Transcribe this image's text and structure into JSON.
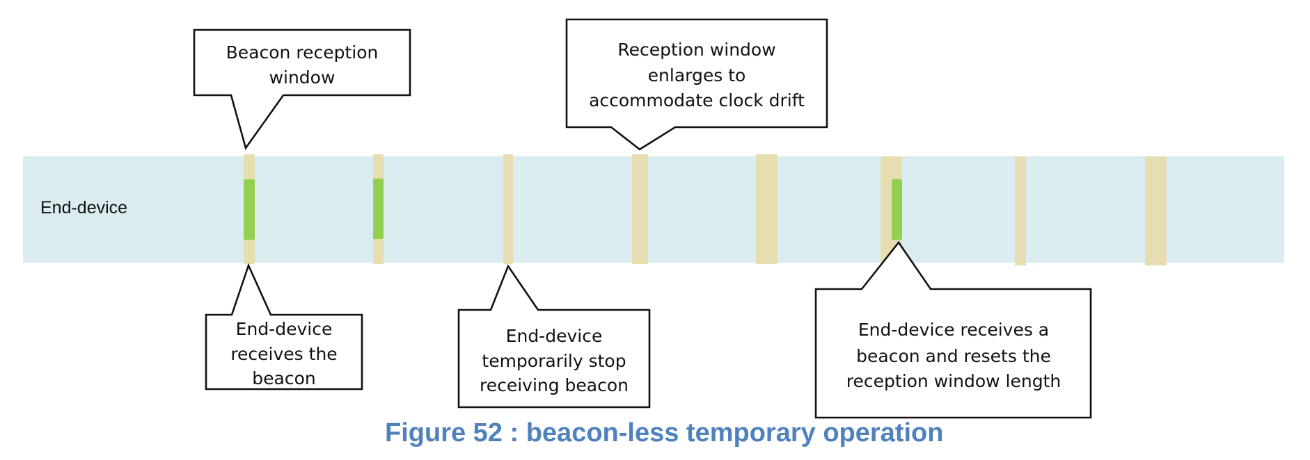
{
  "figure": {
    "caption": "Figure 52 : beacon-less temporary operation",
    "lane_label": "End-device",
    "colors": {
      "lane": "#daecef",
      "reception_window": "#e6deb0",
      "reception_window_edge": "#fde9c0",
      "beacon_received": "#92d050",
      "caption": "#4f81bd"
    },
    "reception_windows": [
      {
        "index": 1,
        "size": "nominal",
        "beacon_received": true
      },
      {
        "index": 2,
        "size": "nominal",
        "beacon_received": true
      },
      {
        "index": 3,
        "size": "nominal",
        "beacon_received": false
      },
      {
        "index": 4,
        "size": "enlarged",
        "beacon_received": false
      },
      {
        "index": 5,
        "size": "enlarged",
        "beacon_received": false
      },
      {
        "index": 6,
        "size": "enlarged",
        "beacon_received": true
      },
      {
        "index": 7,
        "size": "nominal",
        "beacon_received": false
      },
      {
        "index": 8,
        "size": "enlarged",
        "beacon_received": false
      }
    ],
    "callouts": [
      {
        "name": "beacon-reception-window",
        "lines": [
          "Beacon reception",
          "window"
        ]
      },
      {
        "name": "window-enlarges",
        "lines": [
          "Reception window",
          "enlarges to",
          "accommodate clock drift"
        ]
      },
      {
        "name": "receives-beacon",
        "lines": [
          "End-device",
          "receives the",
          "beacon"
        ]
      },
      {
        "name": "stops-receiving",
        "lines": [
          "End-device",
          "temporarily stop",
          "receiving beacon"
        ]
      },
      {
        "name": "resets-window",
        "lines": [
          "End-device receives a",
          "beacon and resets the",
          "reception window length"
        ]
      }
    ]
  }
}
